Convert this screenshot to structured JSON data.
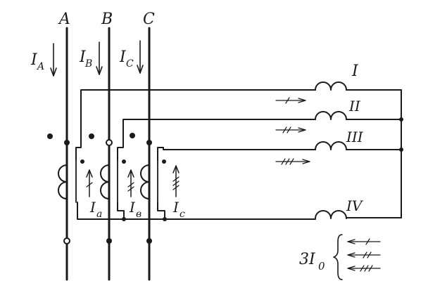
{
  "phases": {
    "a": "A",
    "b": "B",
    "c": "C"
  },
  "line_currents": {
    "a": {
      "main": "I",
      "sub": "A"
    },
    "b": {
      "main": "I",
      "sub": "B"
    },
    "c": {
      "main": "I",
      "sub": "C"
    }
  },
  "secondary_currents": {
    "a": {
      "main": "I",
      "sub": "a"
    },
    "b": {
      "main": "I",
      "sub": "в"
    },
    "c": {
      "main": "I",
      "sub": "c"
    }
  },
  "coils": {
    "c1": "I",
    "c2": "II",
    "c3": "III",
    "c4": "IV"
  },
  "residual": {
    "main": "3I",
    "sub": "0"
  },
  "colors": {
    "ink": "#1a1a1a",
    "background": "#ffffff"
  }
}
